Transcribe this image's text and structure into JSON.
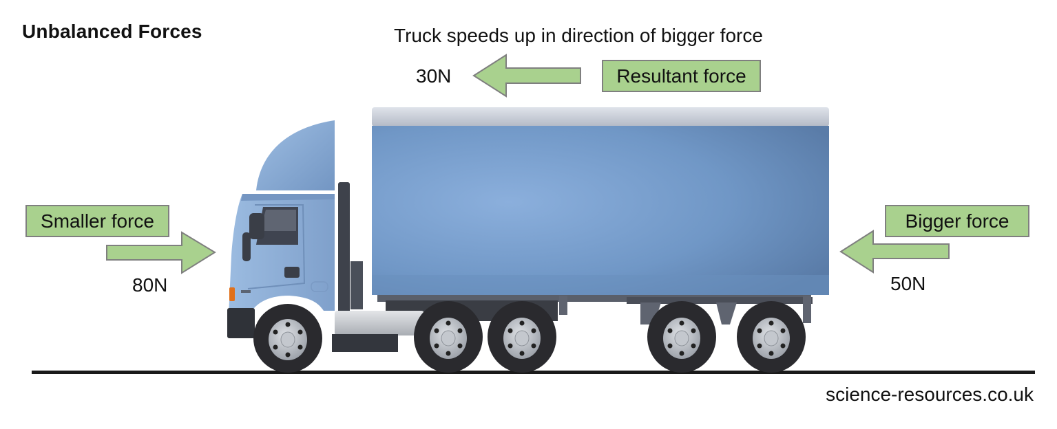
{
  "diagram": {
    "title": "Unbalanced Forces",
    "subtitle": "Truck speeds up in direction of bigger force",
    "resultant": {
      "label": "Resultant force",
      "value": "30N",
      "direction": "left"
    },
    "left_force": {
      "label": "Smaller force",
      "value": "80N",
      "direction": "right"
    },
    "right_force": {
      "label": "Bigger force",
      "value": "50N",
      "direction": "left"
    },
    "credit": "science-resources.co.uk",
    "objects": [
      "truck-icon",
      "ground-line"
    ]
  },
  "colors": {
    "arrow_fill": "#a9d18e",
    "arrow_stroke": "#7f7f7f",
    "truck_cab": "#8eaed6",
    "truck_box": "#7ea3cf",
    "truck_roof": "#c9ced8",
    "tyre": "#2a2a2e",
    "ground": "#1a1a1a"
  }
}
